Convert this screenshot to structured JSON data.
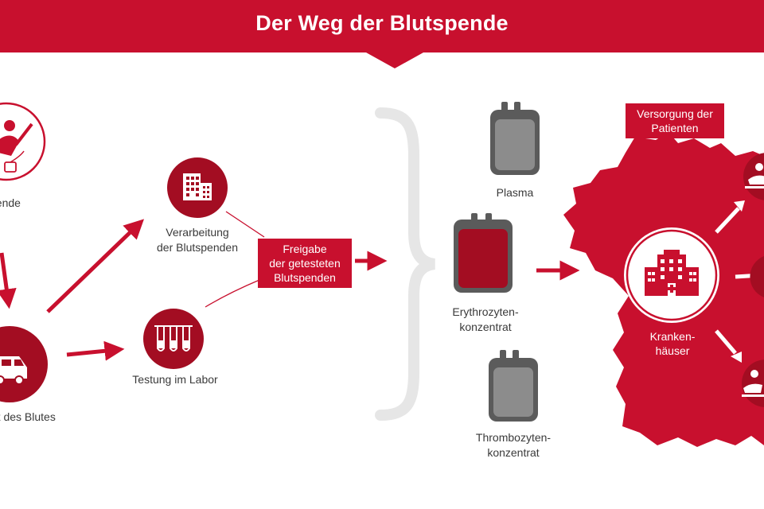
{
  "header": {
    "title": "Der Weg der Blutspende"
  },
  "steps": {
    "spende": {
      "label": "spende"
    },
    "transport": {
      "label": "rt des Blutes"
    },
    "verarbeitung": {
      "line1": "Verarbeitung",
      "line2": "der Blutspenden"
    },
    "testung": {
      "label": "Testung im Labor"
    },
    "freigabe": {
      "line1": "Freigabe",
      "line2": "der getesteten",
      "line3": "Blutspenden"
    }
  },
  "products": {
    "plasma": {
      "label": "Plasma"
    },
    "erythrozyten": {
      "line1": "Erythrozyten-",
      "line2": "konzentrat"
    },
    "thrombozyten": {
      "line1": "Thrombozyten-",
      "line2": "konzentrat"
    }
  },
  "versorgung": {
    "box_line1": "Versorgung der",
    "box_line2": "Patienten",
    "hospital_line1": "Kranken-",
    "hospital_line2": "häuser"
  },
  "colors": {
    "brand_red": "#c8102e",
    "dark_red": "#a30d22",
    "grey_bag": "#5b5b5b",
    "light_grey": "#e6e6e6",
    "text": "#3a3a3a"
  },
  "icons": [
    "blood-donation-icon",
    "delivery-van-icon",
    "building-icon",
    "test-tubes-icon",
    "plasma-bag-icon",
    "erythrocyte-bag-icon",
    "thrombocyte-bag-icon",
    "hospital-icon",
    "patient-icon",
    "map-germany-icon"
  ]
}
